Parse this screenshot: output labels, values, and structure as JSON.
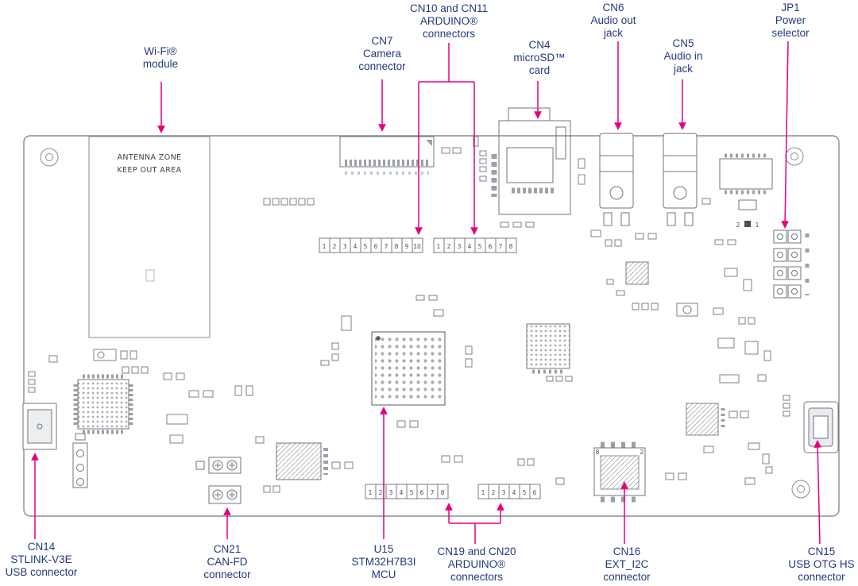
{
  "colors": {
    "label_text": "#233a7d",
    "arrow": "#e6007e",
    "board_line": "#878c93"
  },
  "board": {
    "antenna_line1": "ANTENNA ZONE",
    "antenna_line2": "KEEP OUT AREA"
  },
  "callouts": {
    "top": [
      {
        "lines": [
          "Wi-Fi®",
          "module"
        ]
      },
      {
        "lines": [
          "CN7",
          "Camera",
          "connector"
        ]
      },
      {
        "lines": [
          "CN10 and CN11",
          "ARDUINO®",
          "connectors"
        ]
      },
      {
        "lines": [
          "CN4",
          "microSD™",
          "card"
        ]
      },
      {
        "lines": [
          "CN6",
          "Audio out",
          "jack"
        ]
      },
      {
        "lines": [
          "CN5",
          "Audio in",
          "jack"
        ]
      },
      {
        "lines": [
          "JP1",
          "Power",
          "selector"
        ]
      }
    ],
    "bottom": [
      {
        "lines": [
          "CN14",
          "STLINK-V3E",
          "USB connector"
        ]
      },
      {
        "lines": [
          "CN21",
          "CAN-FD",
          "connector"
        ]
      },
      {
        "lines": [
          "U15",
          "STM32H7B3I",
          "MCU"
        ]
      },
      {
        "lines": [
          "CN19 and CN20",
          "ARDUINO®",
          "connectors"
        ]
      },
      {
        "lines": [
          "CN16",
          "EXT_I2C",
          "connector"
        ]
      },
      {
        "lines": [
          "CN15",
          "USB OTG HS",
          "connector"
        ]
      }
    ]
  },
  "pins": {
    "cn10": [
      "1",
      "2",
      "3",
      "4",
      "5",
      "6",
      "7",
      "8",
      "9",
      "10"
    ],
    "cn11": [
      "1",
      "2",
      "3",
      "4",
      "5",
      "6",
      "7",
      "8"
    ],
    "cn19": [
      "1",
      "2",
      "3",
      "4",
      "5",
      "6",
      "7",
      "8"
    ],
    "cn20": [
      "1",
      "2",
      "3",
      "4",
      "5",
      "6"
    ],
    "jp1_pin2": "2",
    "jp1_pin1": "1",
    "cn16_pin8": "8",
    "cn16_pin2": "2"
  }
}
